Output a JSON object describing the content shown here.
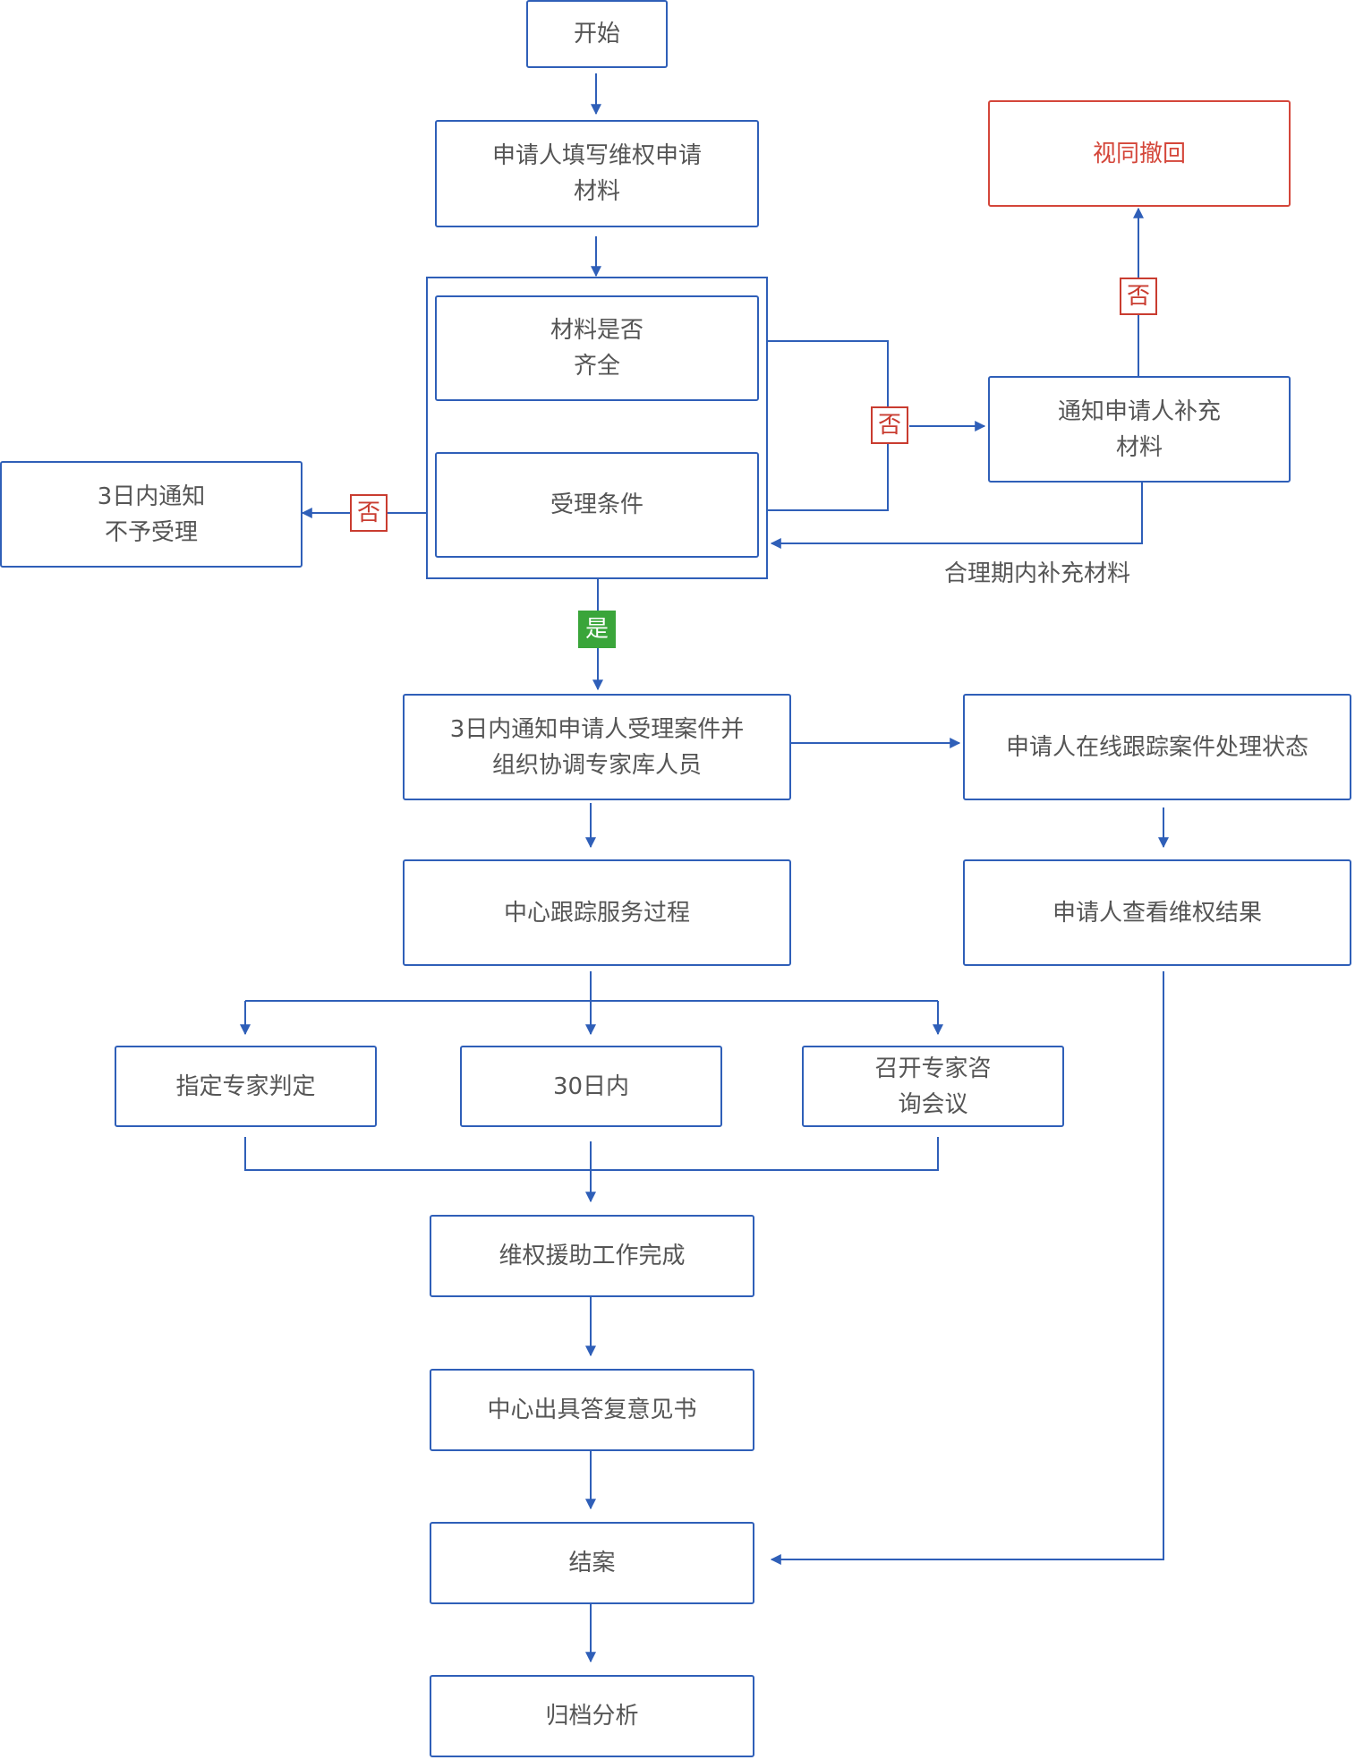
{
  "nodes": {
    "start": [
      "开始"
    ],
    "submit": [
      "申请人填写维权申请",
      "材料"
    ],
    "complete_check": [
      "材料是否",
      "齐全"
    ],
    "conditions": [
      "受理条件"
    ],
    "reject": [
      "3日内通知",
      "不予受理"
    ],
    "notify_supplement": [
      "通知申请人补充",
      "材料"
    ],
    "withdraw": [
      "视同撤回"
    ],
    "accept": [
      "3日内通知申请人受理案件并",
      "组织协调专家库人员"
    ],
    "track_online": [
      "申请人在线跟踪案件处理状态"
    ],
    "center_track": [
      "中心跟踪服务过程"
    ],
    "view_result": [
      "申请人查看维权结果"
    ],
    "expert_judge": [
      "指定专家判定"
    ],
    "within30": [
      "30日内"
    ],
    "expert_meeting": [
      "召开专家咨",
      "询会议"
    ],
    "aid_done": [
      "维权援助工作完成"
    ],
    "reply_opinion": [
      "中心出具答复意见书"
    ],
    "close_case": [
      "结案"
    ],
    "archive": [
      "归档分析"
    ]
  },
  "labels": {
    "no": "否",
    "yes": "是",
    "supplement_in_time": "合理期内补充材料"
  },
  "colors": {
    "stroke": "#2f5fb8",
    "text": "#555555",
    "alert": "#d4463a",
    "yes": "#3aa53a"
  }
}
